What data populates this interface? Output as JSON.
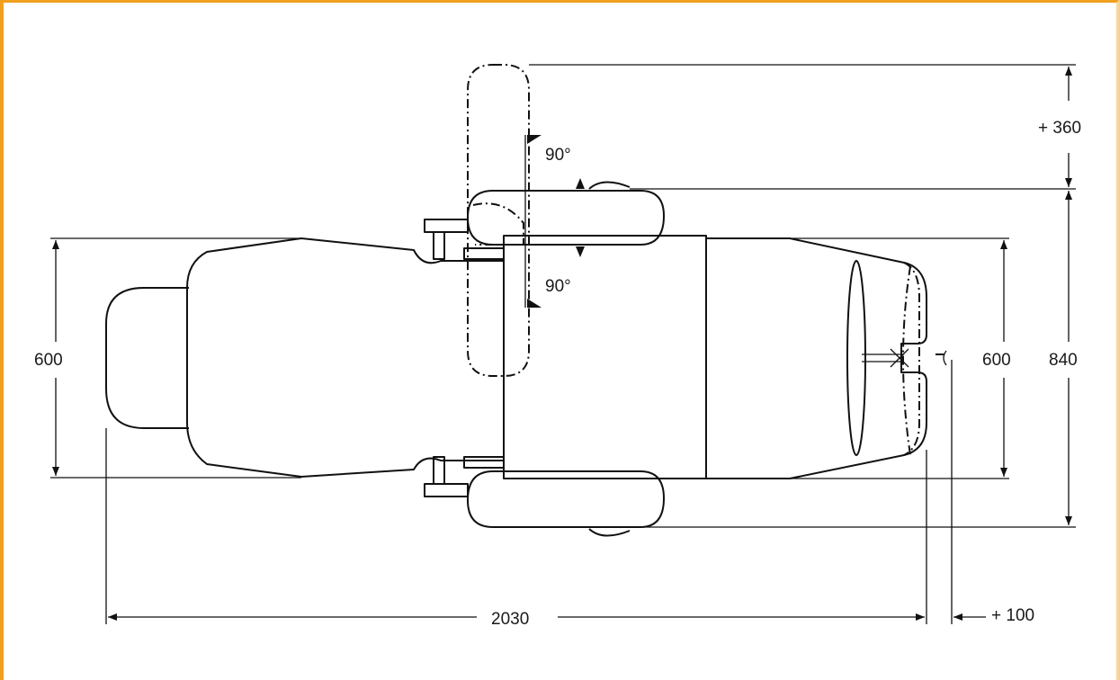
{
  "labels": {
    "width_top_ext": "+ 360",
    "angle_upper": "90°",
    "angle_lower": "90°",
    "width_left": "600",
    "width_right": "600",
    "width_total": "840",
    "length_total": "2030",
    "length_ext": "+ 100"
  },
  "colors": {
    "frame_border": "#f0a020",
    "line": "#111111"
  }
}
